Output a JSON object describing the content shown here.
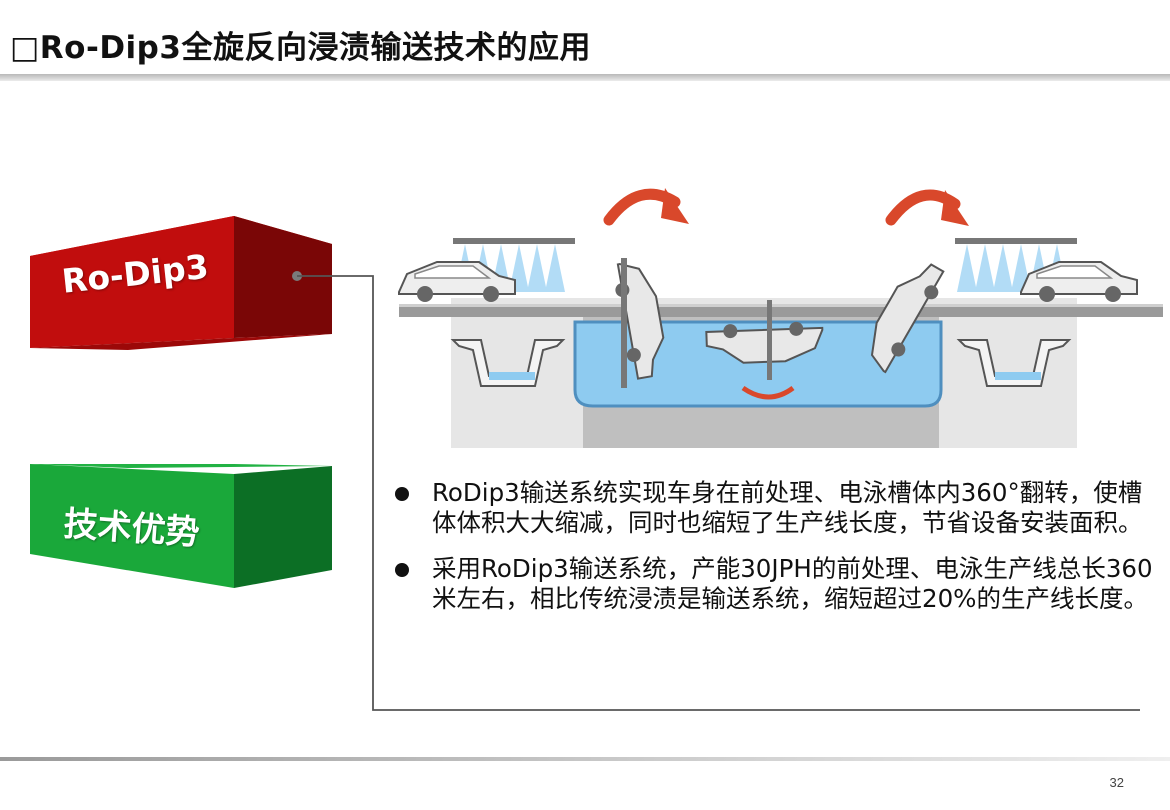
{
  "slide": {
    "title": "□Ro-Dip3全旋反向浸渍输送技术的应用",
    "page_number": "32"
  },
  "blocks": {
    "ro_dip3": {
      "label": "Ro-Dip3",
      "color": "#c40c0c"
    },
    "advantages": {
      "label": "技术优势",
      "color": "#1aa83a"
    }
  },
  "bullets": [
    {
      "text": "RoDip3输送系统实现车身在前处理、电泳槽体内360°翻转，使槽体体积大大缩减，同时也缩短了生产线长度，节省设备安装面积。"
    },
    {
      "text": "采用RoDip3输送系统，产能30JPH的前处理、电泳生产线总长360米左右，相比传统浸渍是输送系统，缩短超过20%的生产线长度。"
    }
  ],
  "diagram": {
    "icon": "rodip3-process-illustration-icon",
    "tank_color": "#7fc2ea",
    "arrow_color": "#d9482b"
  }
}
